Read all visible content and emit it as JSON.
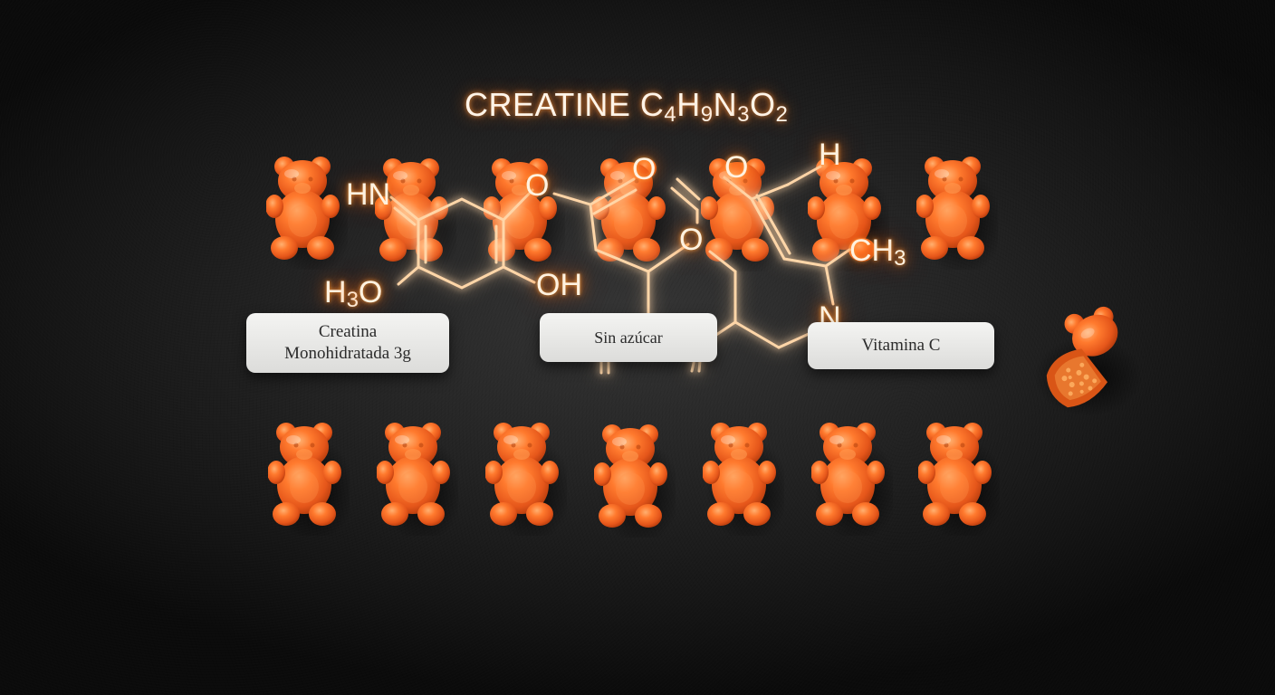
{
  "title": {
    "prefix": "CREATINE C",
    "s1": "4",
    "h": "H",
    "s2": "9",
    "n": "N",
    "s3": "3",
    "o": "O",
    "s4": "2"
  },
  "atoms": {
    "hn": "HN",
    "h3o_h": "H",
    "h3o_sub": "3",
    "h3o_o": "O",
    "oh": "OH",
    "o1": "O",
    "o2": "O",
    "o3": "O",
    "o4": "O",
    "h": "H",
    "ch3_ch": "CH",
    "ch3_sub": "3",
    "n": "N"
  },
  "labels": {
    "creatine_line1": "Creatina",
    "creatine_line2": "Monohidratada 3g",
    "sugar_free": "Sin azúcar",
    "vitamin_c": "Vitamina C"
  },
  "colors": {
    "gummy": "#f0651c",
    "glow": "#ff8a2a",
    "background": "#1c1c1c"
  }
}
